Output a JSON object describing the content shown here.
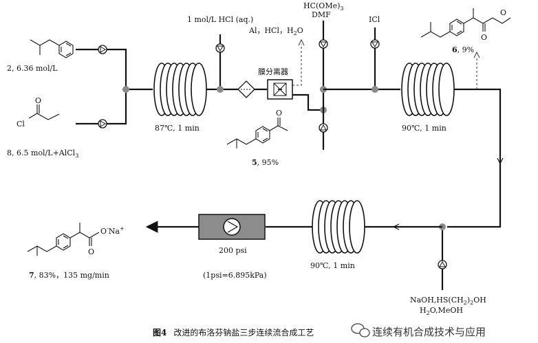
{
  "reagents": {
    "compound2_label": "2, 6.36 mol/L",
    "compound8_label": "8, 6.5 mol/L+AlCl",
    "compound8_sub": "3",
    "hcl_feed": "1 mol/L  HCl (aq.)",
    "byproduct_stream": "Al，HCl，H",
    "byproduct_stream_sub": "2",
    "byproduct_stream_tail": "O",
    "orthoformate_line1": "HC(OMe)",
    "orthoformate_sub": "3",
    "orthoformate_line2": "DMF",
    "icl_feed": "ICl",
    "naoh_line1": "NaOH,HS(CH",
    "naoh_sub": "2",
    "naoh_line1_tail": ")",
    "naoh_sub2": "2",
    "naoh_line1_end": "OH",
    "naoh_line2": "H",
    "naoh_line2_sub": "2",
    "naoh_line2_tail": "O,MeOH"
  },
  "reactors": {
    "r1_condition": "87℃, 1 min",
    "r2_condition": "90℃, 1 min",
    "r3_condition": "90℃, 1 min"
  },
  "separator": {
    "label": "膜分离器"
  },
  "regulator": {
    "pressure": "200 psi",
    "conversion": "(1psi=6.895kPa)"
  },
  "products": {
    "compound5": "5",
    "compound5_yield": ", 95%",
    "compound6": "6",
    "compound6_yield": ", 9%",
    "compound7": "7",
    "compound7_yield": ", 83%，135 mg/min",
    "carboxylate_o": "O",
    "carboxylate_charge": "-",
    "sodium": "Na",
    "sodium_charge": "+",
    "acyl_o": "O",
    "ester_o": "O",
    "chloro": "Cl"
  },
  "caption": {
    "figure_number": "图4",
    "text": "改进的布洛芬钠盐三步连续流合成工艺"
  },
  "watermark": {
    "text": "连续有机合成技术与应用"
  },
  "colors": {
    "line": "#111111",
    "node": "#8a8a8a",
    "regulator_fill": "#8c8c8c",
    "watermark": "#333333"
  }
}
